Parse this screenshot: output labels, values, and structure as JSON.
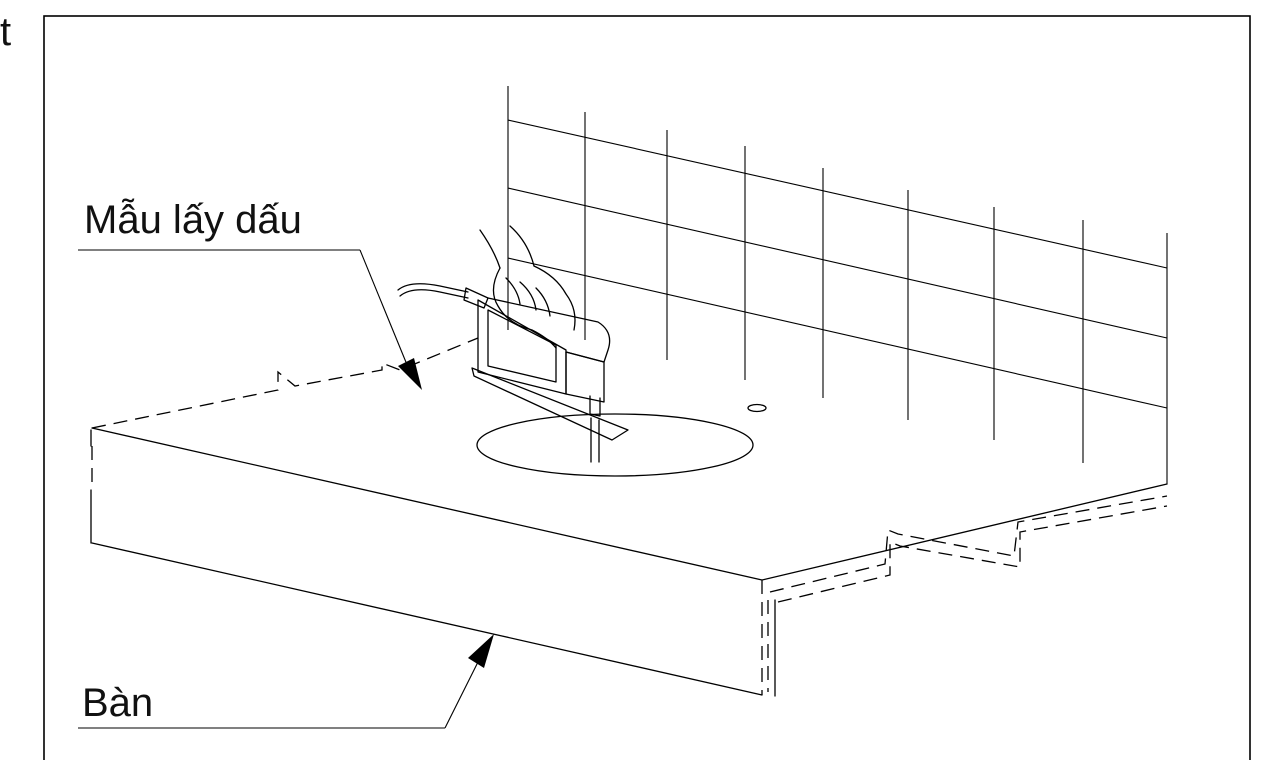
{
  "edge_text": "t",
  "labels": {
    "template": "Mẫu lấy dấu",
    "table": "Bàn"
  },
  "colors": {
    "line": "#000000",
    "background": "#ffffff"
  }
}
